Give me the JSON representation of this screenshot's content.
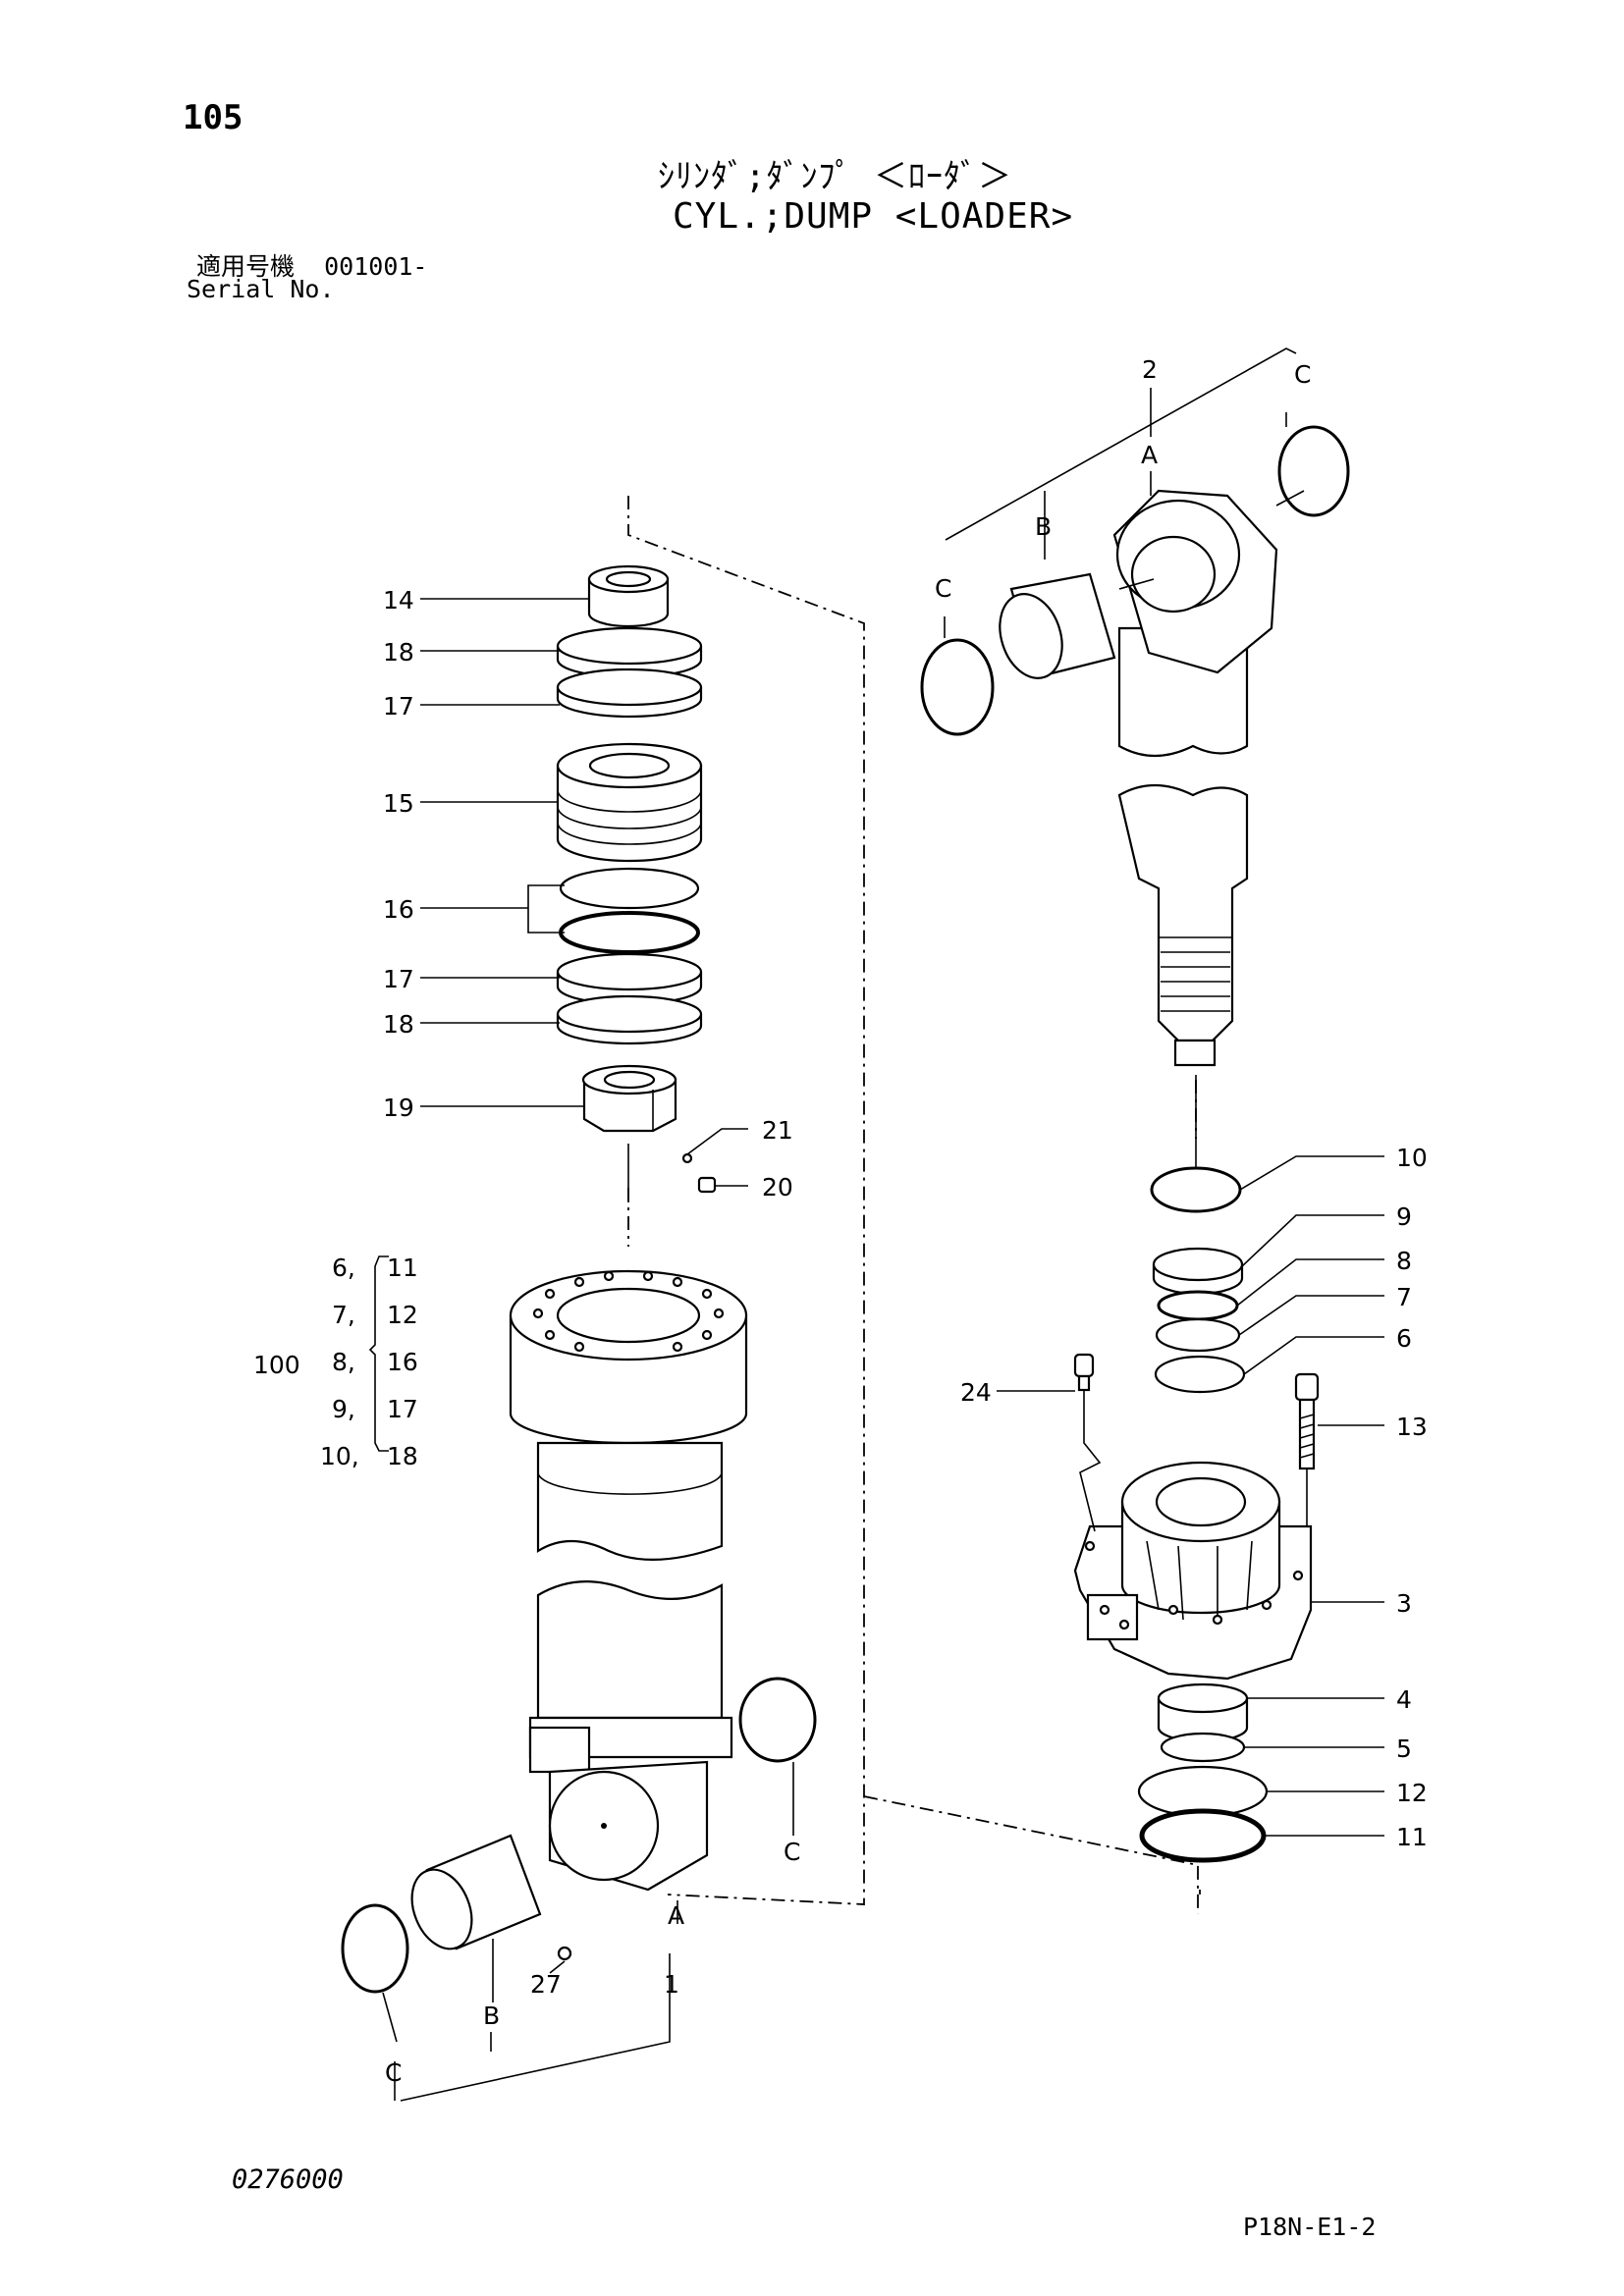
{
  "page_number": "105",
  "title_jp": "ｼﾘﾝﾀﾞ;ﾀﾞﾝﾌﾟ ＜ﾛｰﾀﾞ＞",
  "title_en": "CYL.;DUMP <LOADER>",
  "serial": {
    "label_jp": "適用号機",
    "value": "001001-",
    "label_en": "Serial No."
  },
  "footer": {
    "left_code": "0276000",
    "right_code": "P18N-E1-2"
  },
  "diagram": {
    "left_labels": {
      "p14": "14",
      "p18a": "18",
      "p17a": "17",
      "p15": "15",
      "p16": "16",
      "p17b": "17",
      "p18b": "18",
      "p19": "19",
      "p21": "21",
      "p20": "20",
      "p27": "27",
      "p1": "1",
      "a": "A",
      "b": "B",
      "c1": "C",
      "c2": "C"
    },
    "kit_group": {
      "label": "100",
      "rows": [
        {
          "a": "6,",
          "b": "11"
        },
        {
          "a": "7,",
          "b": "12"
        },
        {
          "a": "8,",
          "b": "16"
        },
        {
          "a": "9,",
          "b": "17"
        },
        {
          "a": "10,",
          "b": "18"
        }
      ]
    },
    "right_labels": {
      "p2": "2",
      "a": "A",
      "b": "B",
      "c1": "C",
      "c2": "C",
      "p10": "10",
      "p9": "9",
      "p8": "8",
      "p7": "7",
      "p6": "6",
      "p24": "24",
      "p13": "13",
      "p3": "3",
      "p4": "4",
      "p5": "5",
      "p12": "12",
      "p11": "11"
    }
  }
}
